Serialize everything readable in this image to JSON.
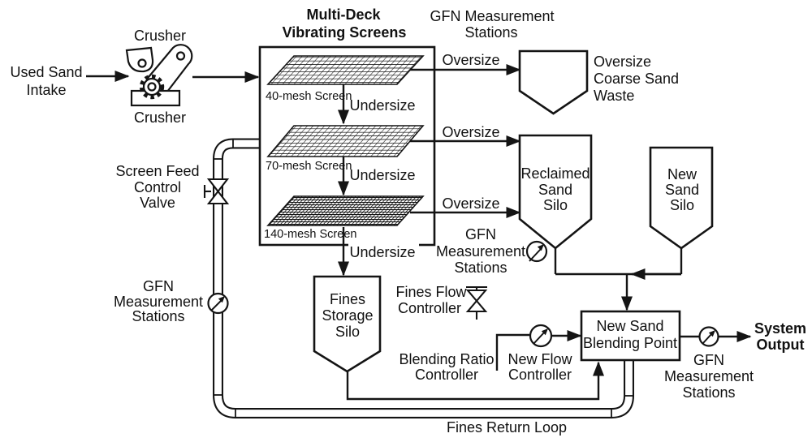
{
  "colors": {
    "ink": "#141414",
    "bg": "#ffffff"
  },
  "labels": {
    "used_sand_intake": [
      "Used Sand",
      "Intake"
    ],
    "crusher_top": "Crusher",
    "crusher_bottom": "Crusher",
    "screens_title": [
      "Multi-Deck",
      "Vibrating Screens"
    ],
    "gfn_top": [
      "GFN Measurement",
      "Stations"
    ],
    "screen_40": "40-mesh Screen",
    "screen_70": "70-mesh Screen",
    "screen_140": "140-mesh Screen",
    "oversize_1": "Oversize",
    "oversize_2": "Oversize",
    "oversize_3": "Oversize",
    "undersize_1": "Undersize",
    "undersize_2": "Undersize",
    "undersize_3": "Undersize",
    "waste_hopper": [
      "Oversize",
      "Coarse Sand",
      "Waste"
    ],
    "reclaimed_silo": [
      "Reclaimed",
      "Sand",
      "Silo"
    ],
    "new_sand_silo": [
      "New",
      "Sand",
      "Silo"
    ],
    "screen_feed_valve": [
      "Screen Feed",
      "Control",
      "Valve"
    ],
    "gfn_left": [
      "GFN",
      "Measurement",
      "Stations"
    ],
    "gfn_mid": [
      "GFN",
      "Measurement",
      "Stations"
    ],
    "fines_silo": [
      "Fines",
      "Storage",
      "Silo"
    ],
    "fines_flow_controller": [
      "Fines Flow",
      "Controller"
    ],
    "blending_ratio_controller": [
      "Blending Ratio",
      "Controller"
    ],
    "new_flow_controller": [
      "New Flow",
      "Controller"
    ],
    "blending_point": [
      "New Sand",
      "Blending Point"
    ],
    "gfn_right": [
      "GFN",
      "Measurement",
      "Stations"
    ],
    "system_output": [
      "System",
      "Output"
    ],
    "fines_return_loop": "Fines Return Loop"
  }
}
